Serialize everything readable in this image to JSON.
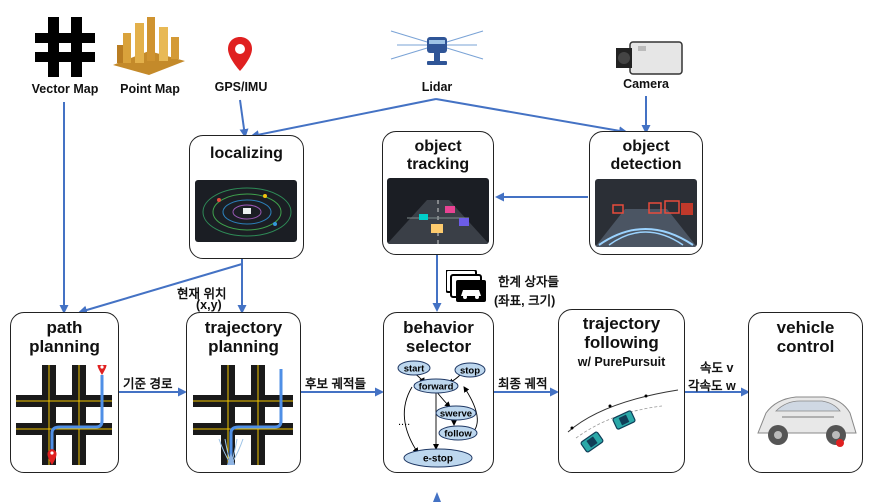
{
  "sources": {
    "vector_map": "Vector Map",
    "point_map": "Point Map",
    "gps_imu": "GPS/IMU",
    "lidar": "Lidar",
    "camera": "Camera"
  },
  "modules": {
    "localizing": "localizing",
    "object_tracking": [
      "object",
      "tracking"
    ],
    "object_detection": [
      "object",
      "detection"
    ],
    "path_planning": [
      "path",
      "planning"
    ],
    "trajectory_planning": [
      "trajectory",
      "planning"
    ],
    "behavior_selector": [
      "behavior",
      "selector"
    ],
    "trajectory_following": [
      "trajectory",
      "following"
    ],
    "trajectory_following_sub": "w/ PurePursuit",
    "vehicle_control": [
      "vehicle",
      "control"
    ]
  },
  "edge_labels": {
    "current_position": "현재 위치",
    "current_position_xy": "(x,y)",
    "bounding_boxes": "한계 상자들",
    "bounding_boxes_sub": "(좌표, 크기)",
    "reference_path": "기준 경로",
    "candidate_trajectories": "후보 궤적들",
    "final_trajectory": "최종 궤적",
    "speed": "속도 v",
    "angular_speed": "각속도 w"
  },
  "state_machine": {
    "states": [
      "start",
      "stop",
      "forward",
      "swerve",
      "follow",
      "e-stop"
    ],
    "ellipsis": "...."
  },
  "colors": {
    "arrow": "#4472c4",
    "border": "#222222",
    "state_fill": "#bdd7ee",
    "road": "#1a1a1a",
    "lane_yellow": "#f2c500",
    "path_blue": "#4f8fe6",
    "pin_red": "#e02020"
  },
  "icons": [
    "crossroad-map-icon",
    "point-cloud-map-icon",
    "location-pin-icon",
    "lidar-sensor-icon",
    "camera-icon",
    "car-boxes-icon"
  ]
}
